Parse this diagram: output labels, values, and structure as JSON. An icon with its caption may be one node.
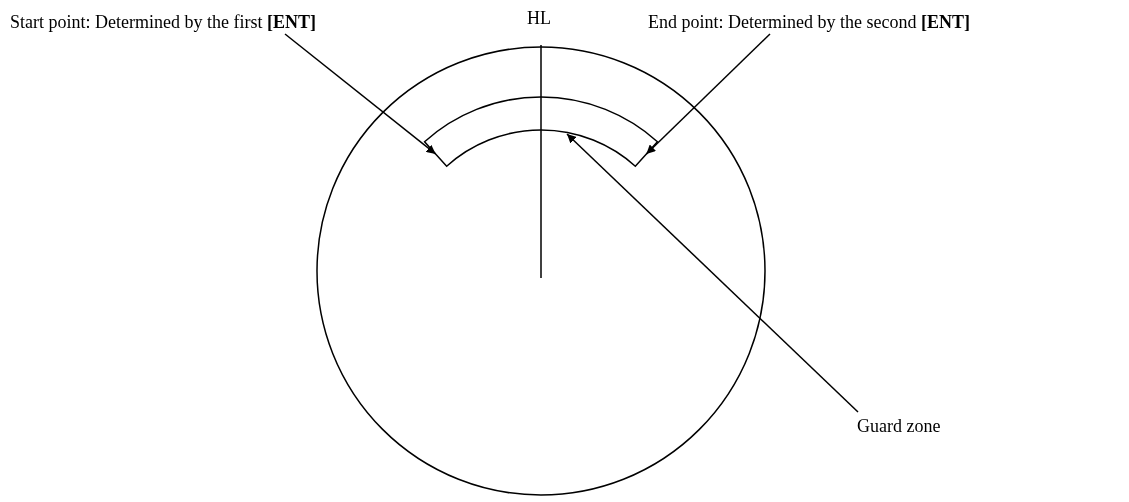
{
  "diagram": {
    "nodes": [
      {
        "text": [
          "Start point: Determined by the first **[ENT]**"
        ]
      },
      {
        "text": [
          "End point: Determined by the second **[ENT]**"
        ]
      },
      {
        "text": [
          "Guard zone"
        ]
      },
      {
        "text": [],
        "shape": "sector"
      }
    ],
    "edges": [
      {
        "from": 0,
        "to": 3,
        "arrow": "to"
      },
      {
        "from": 1,
        "to": 3,
        "arrow": "to"
      },
      {
        "from": 2,
        "to": 3,
        "arrow": "to"
      }
    ],
    "labels": [
      "HL"
    ]
  }
}
